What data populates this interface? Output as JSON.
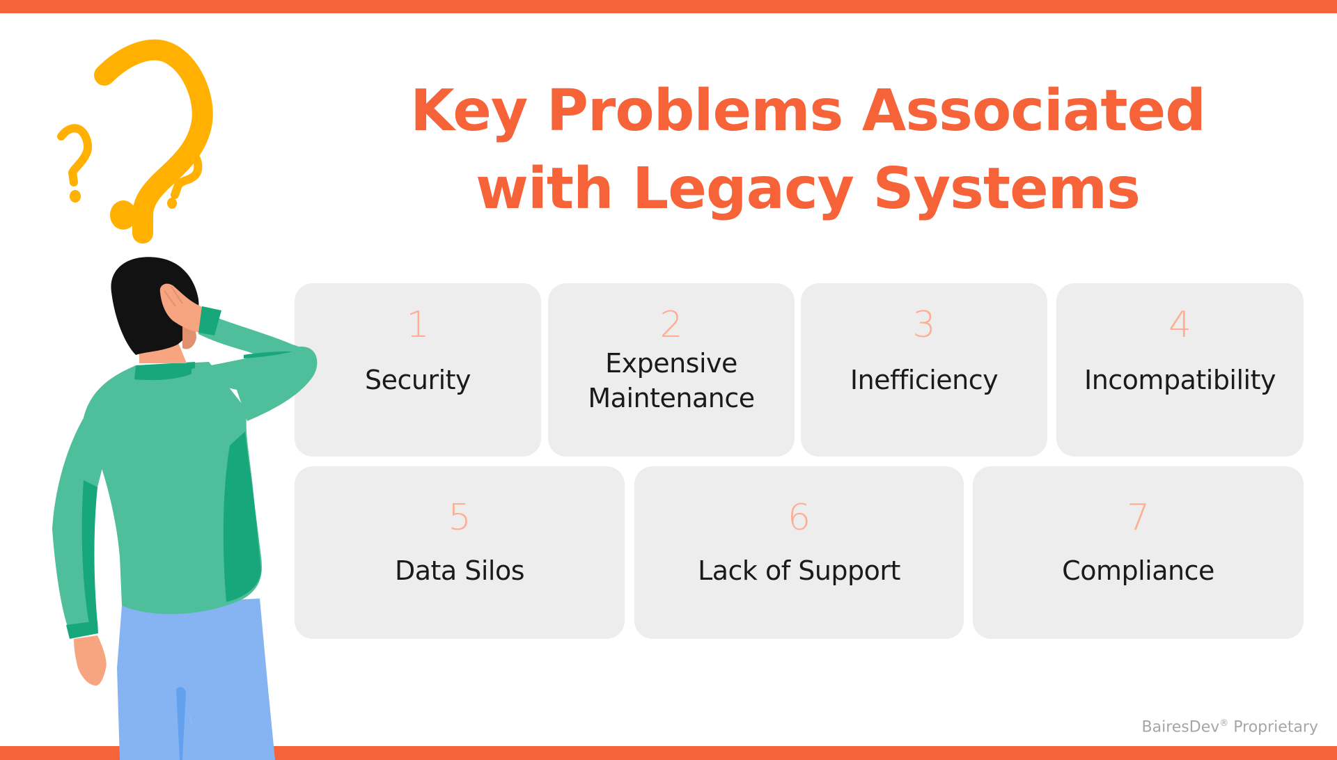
{
  "header": {
    "title_line1": "Key Problems Associated",
    "title_line2": "with Legacy Systems"
  },
  "problems": [
    {
      "number": "1",
      "label": "Security"
    },
    {
      "number": "2",
      "label_line1": "Expensive",
      "label_line2": "Maintenance"
    },
    {
      "number": "3",
      "label": "Inefficiency"
    },
    {
      "number": "4",
      "label": "Incompatibility"
    },
    {
      "number": "5",
      "label": "Data Silos"
    },
    {
      "number": "6",
      "label": "Lack of Support"
    },
    {
      "number": "7",
      "label": "Compliance"
    }
  ],
  "footer": {
    "brand": "BairesDev",
    "registered_mark": "®",
    "suffix": " Proprietary"
  },
  "illustration": {
    "icons": [
      "question-mark-large-icon",
      "question-mark-small-left-icon",
      "question-mark-small-right-icon"
    ],
    "figure": "confused-person-scratching-head"
  },
  "colors": {
    "accent_orange": "#f76339",
    "number_peach": "#ffac91",
    "card_gray": "#ededed",
    "question_yellow": "#ffb000",
    "shirt_green": "#4fbe9a",
    "shirt_dark_green": "#17a77a",
    "pants_blue": "#86b4f2",
    "skin": "#f7a481",
    "hair": "#121212",
    "footer_gray": "#a6a6a6"
  }
}
